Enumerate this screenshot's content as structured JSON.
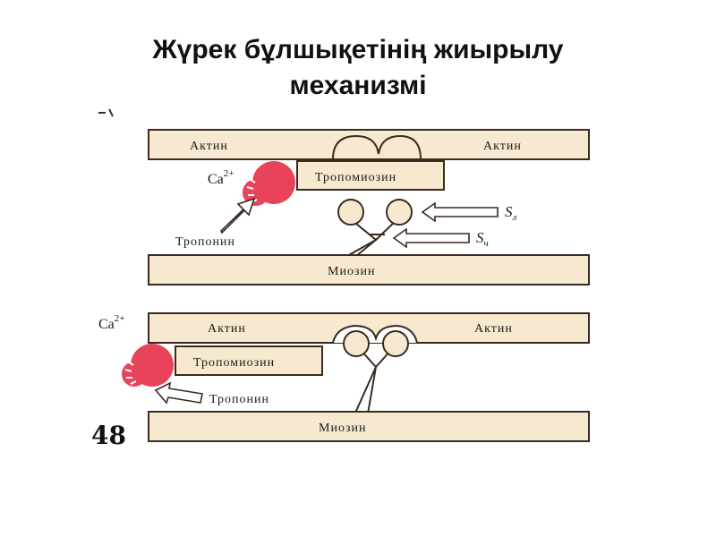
{
  "title": {
    "line1": "Жүрек бұлшықетінің жиырылу",
    "line2": "механизмі"
  },
  "diagram": {
    "top_panel": {
      "actin_left": "Актин",
      "actin_right": "Актин",
      "tropomyosin": "Тропомиозин",
      "ca_label": "Ca",
      "ca_sup": "2+",
      "troponin": "Тропонин",
      "myosin": "Миозин",
      "s_upper": "S",
      "s_upper_sub": "л",
      "s_lower": "S",
      "s_lower_sub": "ч"
    },
    "bottom_panel": {
      "actin_left": "Актин",
      "actin_right": "Актин",
      "tropomyosin": "Тропомиозин",
      "ca_label": "Ca",
      "ca_sup": "2+",
      "troponin": "Тропонин",
      "myosin": "Миозин"
    },
    "figure_number": "48",
    "colors": {
      "filament_fill": "#f6e9cf",
      "stroke": "#3a2a22",
      "troponin_fill": "#e8435a"
    },
    "icons": [
      "arrow-outline-icon",
      "troponin-blob-icon",
      "myosin-head-icon"
    ]
  }
}
